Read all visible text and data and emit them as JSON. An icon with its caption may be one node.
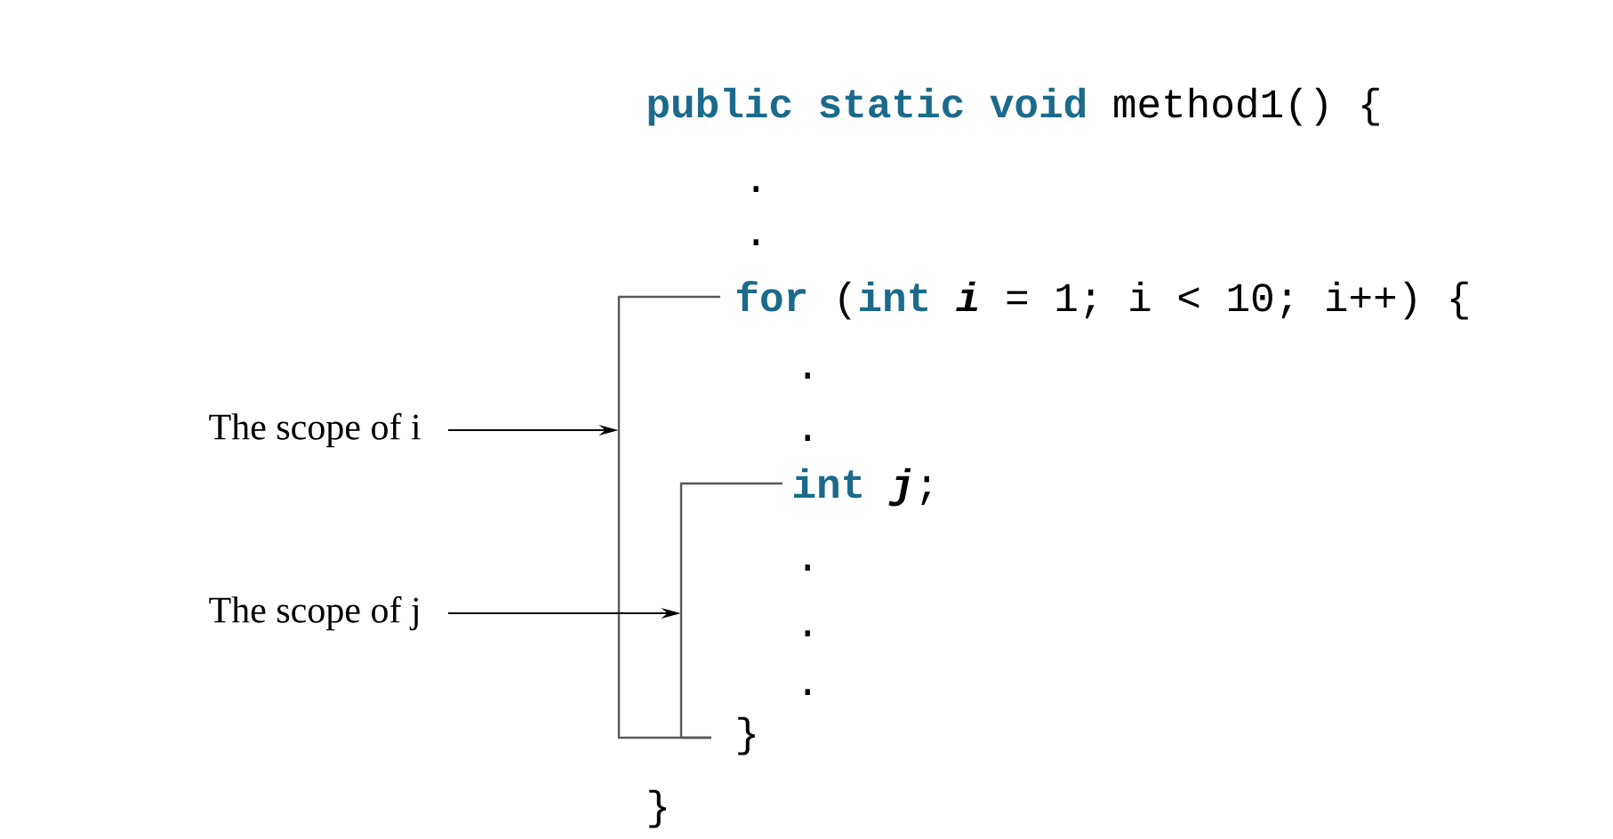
{
  "diagram": {
    "nodes": [
      {
        "text": [
          "The scope of i"
        ]
      },
      {
        "text": [
          "The scope of j"
        ]
      },
      {
        "text": [],
        "shape": "bracket"
      },
      {
        "text": [],
        "shape": "bracket"
      }
    ],
    "edges": [
      {
        "from": 0,
        "to": 2,
        "arrow": "to"
      },
      {
        "from": 1,
        "to": 3,
        "arrow": "to"
      }
    ],
    "labels": [
      "**public static void** method1() {",
      ".",
      ".",
      "**for** (**int** *i* = 1; i < 10; i++) {",
      ".",
      ".",
      "**int** *j*;",
      ".",
      ".",
      ".",
      "}",
      "}"
    ]
  }
}
